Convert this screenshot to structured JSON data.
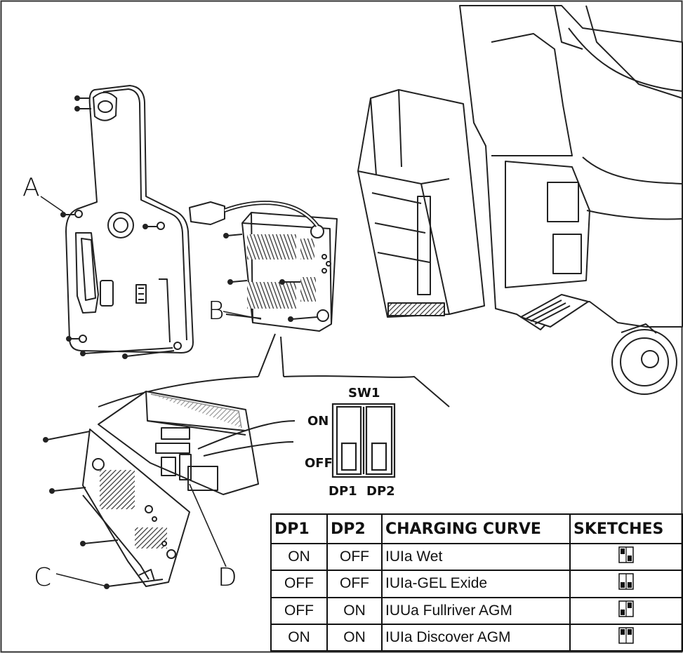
{
  "callouts": {
    "a": "A",
    "b": "B",
    "c": "C",
    "d": "D"
  },
  "switch": {
    "title": "SW1",
    "on": "ON",
    "off": "OFF",
    "dp1": "DP1",
    "dp2": "DP2"
  },
  "table": {
    "headers": [
      "DP1",
      "DP2",
      "CHARGING CURVE",
      "SKETCHES"
    ],
    "rows": [
      {
        "dp1": "ON",
        "dp2": "OFF",
        "curve": "IUIa Wet",
        "sketch": [
          true,
          false
        ]
      },
      {
        "dp1": "OFF",
        "dp2": "OFF",
        "curve": "IUIa-GEL Exide",
        "sketch": [
          false,
          false
        ]
      },
      {
        "dp1": "OFF",
        "dp2": "ON",
        "curve": "IUUa  Fullriver AGM",
        "sketch": [
          false,
          true
        ]
      },
      {
        "dp1": "ON",
        "dp2": "ON",
        "curve": "IUIa Discover AGM",
        "sketch": [
          true,
          true
        ]
      }
    ]
  },
  "colors": {
    "line": "#222222",
    "hatch": "#333333",
    "background": "#ffffff"
  }
}
